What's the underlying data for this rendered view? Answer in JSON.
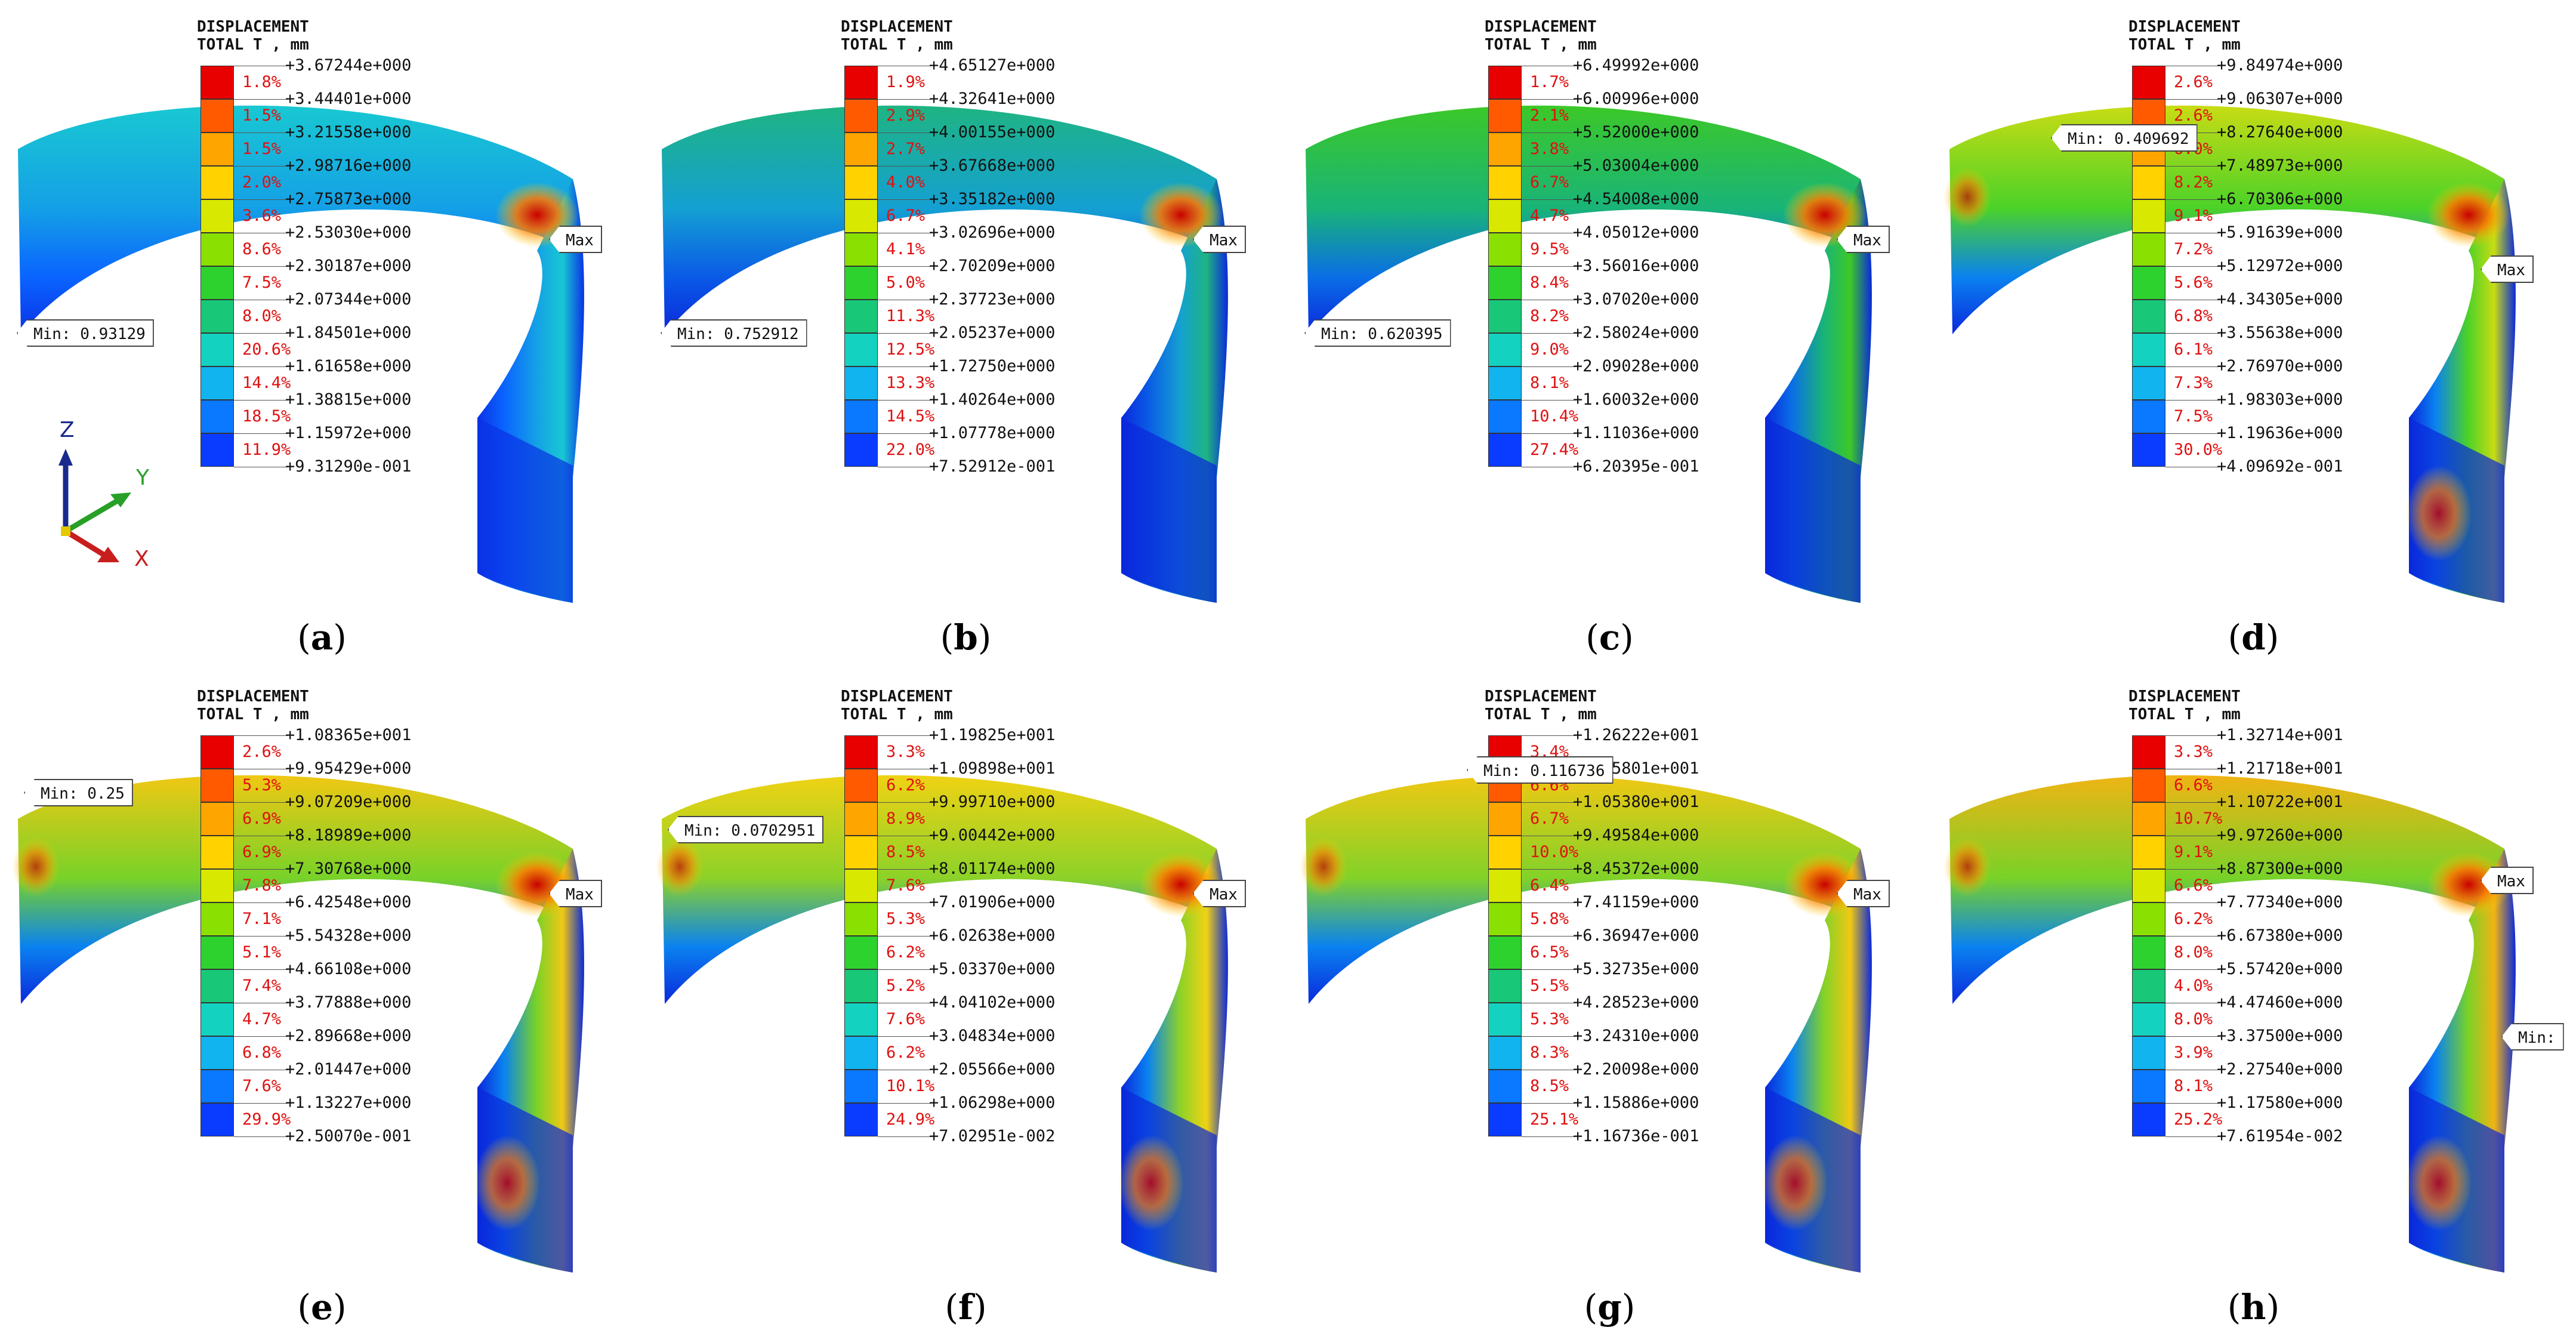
{
  "legend_header": {
    "line1": "DISPLACEMENT",
    "line2": "TOTAL T , mm"
  },
  "marker_max": "Max",
  "axis_triad": {
    "z": "Z",
    "y": "Y",
    "x": "X"
  },
  "colors": {
    "scale": [
      "#e80000",
      "#ff5a00",
      "#ffa500",
      "#ffd200",
      "#d8e800",
      "#8ae000",
      "#2ed22e",
      "#18c878",
      "#14d2c0",
      "#12b4f0",
      "#0a78ff",
      "#0a3cff",
      "#0000e8"
    ],
    "pct_text": "#e01010"
  },
  "panels": [
    {
      "caption": "a",
      "min_label": "Min: 0.93129",
      "values": [
        "+3.67244e+000",
        "+3.44401e+000",
        "+3.21558e+000",
        "+2.98716e+000",
        "+2.75873e+000",
        "+2.53030e+000",
        "+2.30187e+000",
        "+2.07344e+000",
        "+1.84501e+000",
        "+1.61658e+000",
        "+1.38815e+000",
        "+1.15972e+000",
        "+9.31290e-001"
      ],
      "percents": [
        "1.8%",
        "1.5%",
        "1.5%",
        "2.0%",
        "3.6%",
        "8.6%",
        "7.5%",
        "8.0%",
        "20.6%",
        "14.4%",
        "18.5%",
        "11.9%"
      ]
    },
    {
      "caption": "b",
      "min_label": "Min: 0.752912",
      "values": [
        "+4.65127e+000",
        "+4.32641e+000",
        "+4.00155e+000",
        "+3.67668e+000",
        "+3.35182e+000",
        "+3.02696e+000",
        "+2.70209e+000",
        "+2.37723e+000",
        "+2.05237e+000",
        "+1.72750e+000",
        "+1.40264e+000",
        "+1.07778e+000",
        "+7.52912e-001"
      ],
      "percents": [
        "1.9%",
        "2.9%",
        "2.7%",
        "4.0%",
        "6.7%",
        "4.1%",
        "5.0%",
        "11.3%",
        "12.5%",
        "13.3%",
        "14.5%",
        "22.0%"
      ]
    },
    {
      "caption": "c",
      "min_label": "Min: 0.620395",
      "values": [
        "+6.49992e+000",
        "+6.00996e+000",
        "+5.52000e+000",
        "+5.03004e+000",
        "+4.54008e+000",
        "+4.05012e+000",
        "+3.56016e+000",
        "+3.07020e+000",
        "+2.58024e+000",
        "+2.09028e+000",
        "+1.60032e+000",
        "+1.11036e+000",
        "+6.20395e-001"
      ],
      "percents": [
        "1.7%",
        "2.1%",
        "3.8%",
        "6.7%",
        "4.7%",
        "9.5%",
        "8.4%",
        "8.2%",
        "9.0%",
        "8.1%",
        "10.4%",
        "27.4%"
      ]
    },
    {
      "caption": "d",
      "min_label": "Min: 0.409692",
      "values": [
        "+9.84974e+000",
        "+9.06307e+000",
        "+8.27640e+000",
        "+7.48973e+000",
        "+6.70306e+000",
        "+5.91639e+000",
        "+5.12972e+000",
        "+4.34305e+000",
        "+3.55638e+000",
        "+2.76970e+000",
        "+1.98303e+000",
        "+1.19636e+000",
        "+4.09692e-001"
      ],
      "percents": [
        "2.6%",
        "2.6%",
        "6.0%",
        "8.2%",
        "9.1%",
        "7.2%",
        "5.6%",
        "6.8%",
        "6.1%",
        "7.3%",
        "7.5%",
        "30.0%"
      ]
    },
    {
      "caption": "e",
      "min_label": "Min: 0.25",
      "values": [
        "+1.08365e+001",
        "+9.95429e+000",
        "+9.07209e+000",
        "+8.18989e+000",
        "+7.30768e+000",
        "+6.42548e+000",
        "+5.54328e+000",
        "+4.66108e+000",
        "+3.77888e+000",
        "+2.89668e+000",
        "+2.01447e+000",
        "+1.13227e+000",
        "+2.50070e-001"
      ],
      "percents": [
        "2.6%",
        "5.3%",
        "6.9%",
        "6.9%",
        "7.8%",
        "7.1%",
        "5.1%",
        "7.4%",
        "4.7%",
        "6.8%",
        "7.6%",
        "29.9%"
      ]
    },
    {
      "caption": "f",
      "min_label": "Min: 0.0702951",
      "values": [
        "+1.19825e+001",
        "+1.09898e+001",
        "+9.99710e+000",
        "+9.00442e+000",
        "+8.01174e+000",
        "+7.01906e+000",
        "+6.02638e+000",
        "+5.03370e+000",
        "+4.04102e+000",
        "+3.04834e+000",
        "+2.05566e+000",
        "+1.06298e+000",
        "+7.02951e-002"
      ],
      "percents": [
        "3.3%",
        "6.2%",
        "8.9%",
        "8.5%",
        "7.6%",
        "5.3%",
        "6.2%",
        "5.2%",
        "7.6%",
        "6.2%",
        "10.1%",
        "24.9%"
      ]
    },
    {
      "caption": "g",
      "min_label": "Min: 0.116736",
      "values": [
        "+1.26222e+001",
        "+1.15801e+001",
        "+1.05380e+001",
        "+9.49584e+000",
        "+8.45372e+000",
        "+7.41159e+000",
        "+6.36947e+000",
        "+5.32735e+000",
        "+4.28523e+000",
        "+3.24310e+000",
        "+2.20098e+000",
        "+1.15886e+000",
        "+1.16736e-001"
      ],
      "percents": [
        "3.4%",
        "6.6%",
        "6.7%",
        "10.0%",
        "6.4%",
        "5.8%",
        "6.5%",
        "5.5%",
        "5.3%",
        "8.3%",
        "8.5%",
        "25.1%"
      ]
    },
    {
      "caption": "h",
      "min_label": "Min:",
      "values": [
        "+1.32714e+001",
        "+1.21718e+001",
        "+1.10722e+001",
        "+9.97260e+000",
        "+8.87300e+000",
        "+7.77340e+000",
        "+6.67380e+000",
        "+5.57420e+000",
        "+4.47460e+000",
        "+3.37500e+000",
        "+2.27540e+000",
        "+1.17580e+000",
        "+7.61954e-002"
      ],
      "percents": [
        "3.3%",
        "6.6%",
        "10.7%",
        "9.1%",
        "6.6%",
        "6.2%",
        "8.0%",
        "4.0%",
        "8.0%",
        "3.9%",
        "8.1%",
        "25.2%"
      ]
    }
  ]
}
